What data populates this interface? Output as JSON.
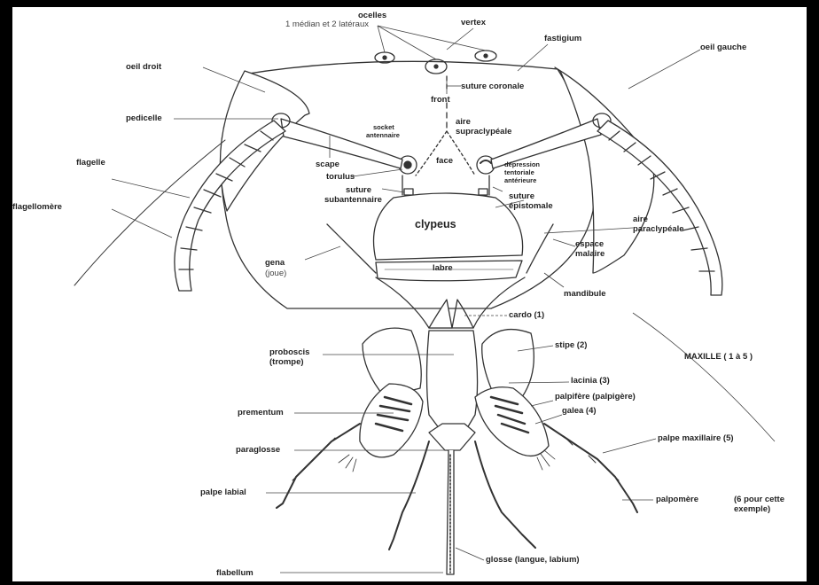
{
  "labels": {
    "ocelles": "ocelles",
    "ocelles_detail": "1 médian et 2 latéraux",
    "vertex": "vertex",
    "fastigium": "fastigium",
    "oeil_droit": "oeil droit",
    "oeil_gauche": "oeil gauche",
    "suture_coronale": "suture coronale",
    "front": "front",
    "pedicelle": "pedicelle",
    "aire_supraclypeale_1": "aire",
    "aire_supraclypeale_2": "supraclypéale",
    "socket_1": "socket",
    "socket_2": "antennaire",
    "flagelle": "flagelle",
    "scape": "scape",
    "face": "face",
    "depression_1": "dépression",
    "depression_2": "tentoriale",
    "depression_3": "antérieure",
    "torulus": "torulus",
    "suture_subantennaire_1": "suture",
    "suture_subantennaire_2": "subantennaire",
    "suture_epistomale_1": "suture",
    "suture_epistomale_2": "épistomale",
    "flagellomere": "flagellomère",
    "clypeus": "clypeus",
    "aire_paraclypeale_1": "aire",
    "aire_paraclypeale_2": "paraclypéale",
    "espace_malaire_1": "espace",
    "espace_malaire_2": "malaire",
    "gena": "gena",
    "joue": "(joue)",
    "labre": "labre",
    "mandibule": "mandibule",
    "cardo": "cardo (1)",
    "proboscis_1": "proboscis",
    "proboscis_2": "(trompe)",
    "stipe": "stipe (2)",
    "maxille": "MAXILLE ( 1 à 5 )",
    "lacinia": "lacinia  (3)",
    "palpifere": "palpifère (palpigère)",
    "prementum": "prementum",
    "galea": "galea  (4)",
    "palpe_maxillaire": "palpe maxillaire (5)",
    "paraglosse": "paraglosse",
    "palpe_labial": "palpe labial",
    "palpomere": "palpomère",
    "palpomere_note_1": "(6 pour cette",
    "palpomere_note_2": "exemple)",
    "glosse": "glosse (langue, labium)",
    "flabellum": "flabellum"
  },
  "colors": {
    "frame": "#000000",
    "background": "#ffffff",
    "ink": "#222222"
  }
}
